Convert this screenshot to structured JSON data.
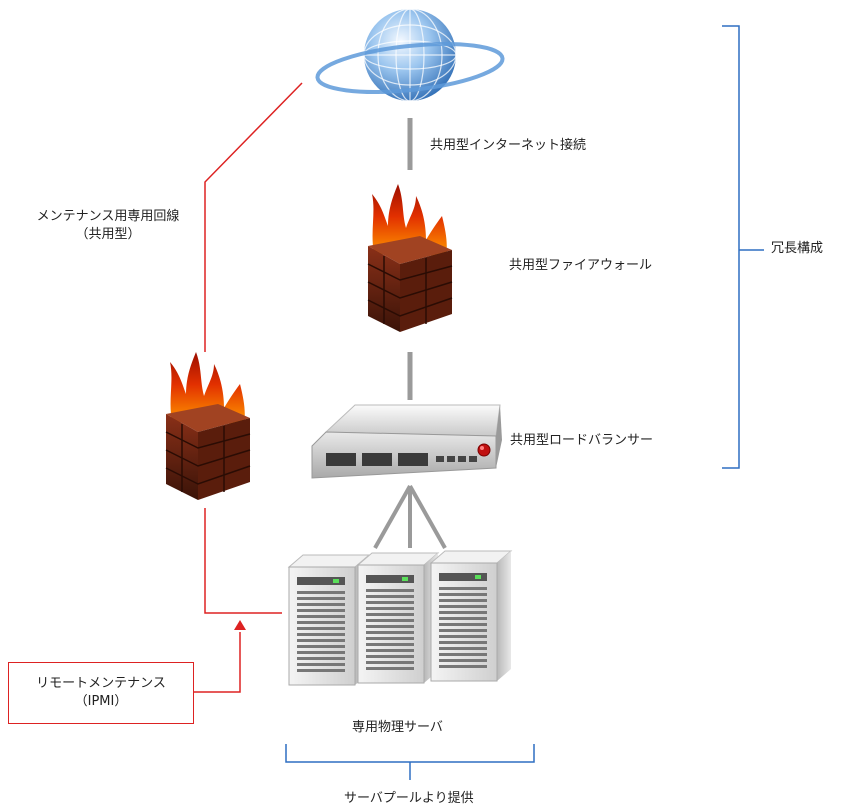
{
  "labels": {
    "internet": "共用型インターネット接続",
    "maintenance_line_1": "メンテナンス用専用回線",
    "maintenance_line_2": "（共用型）",
    "firewall": "共用型ファイアウォール",
    "load_balancer": "共用型ロードバランサー",
    "redundant": "冗長構成",
    "dedicated_servers": "専用物理サーバ",
    "server_pool": "サーバプールより提供",
    "remote_maint_1": "リモートメンテナンス",
    "remote_maint_2": "（IPMI）"
  },
  "colors": {
    "red_line": "#dd2222",
    "blue_bracket": "#2f6fc2",
    "gray_line": "#9a9a9a"
  },
  "icons": [
    "globe-icon",
    "firewall-icon",
    "load-balancer-icon",
    "server-icon"
  ]
}
